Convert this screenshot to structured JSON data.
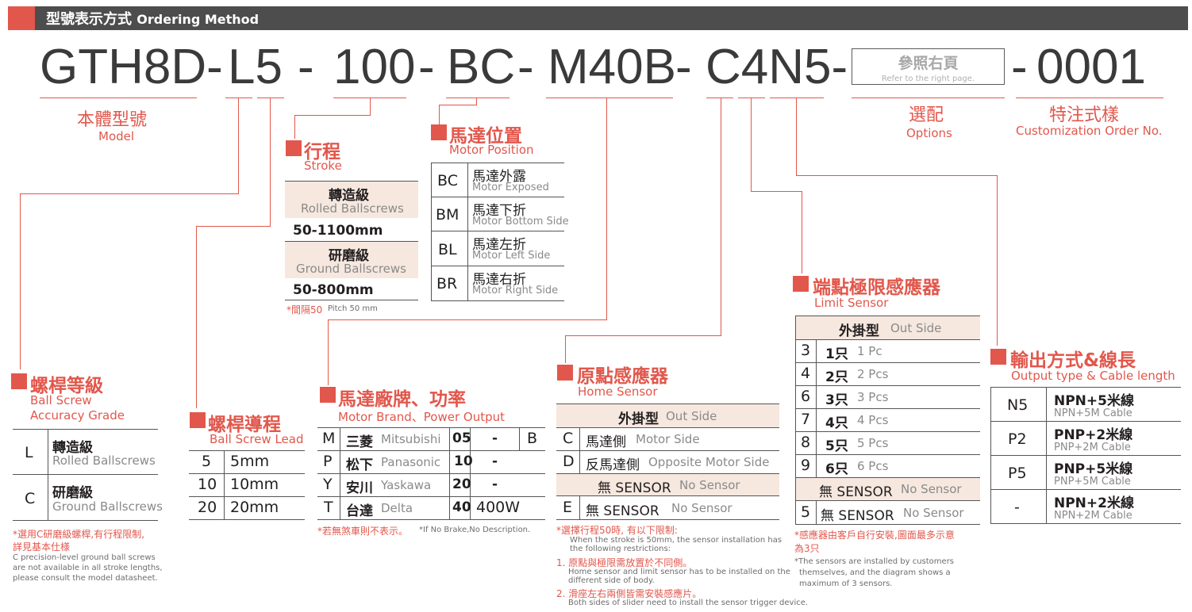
{
  "header": {
    "title_cn": "型號表示方式",
    "title_en": "Ordering Method"
  },
  "code": {
    "model": "GTH8D-",
    "accuracy_lead": "L5",
    "dash1": "-",
    "stroke": "100",
    "dash2": "-",
    "motor_pos": "BC",
    "dash3": "-",
    "motor_brand": "M40B",
    "dash4": "-",
    "sensors": "C4N5-",
    "options_box_cn": "參照右頁",
    "options_box_en": "Refer to the right page.",
    "dash5": "-",
    "custom": "0001"
  },
  "labels": {
    "model_cn": "本體型號",
    "model_en": "Model",
    "options_cn": "選配",
    "options_en": "Options",
    "custom_cn": "特注式樣",
    "custom_en": "Customization Order No."
  },
  "accuracy": {
    "title_cn": "螺桿等級",
    "title_en1": "Ball Screw",
    "title_en2": "Accuracy Grade",
    "rows": [
      {
        "code": "L",
        "cn": "轉造級",
        "en": "Rolled Ballscrews"
      },
      {
        "code": "C",
        "cn": "研磨級",
        "en": "Ground Ballscrews"
      }
    ],
    "note_cn1": "*選用C研磨級螺桿,有行程限制,",
    "note_cn2": "詳見基本仕様",
    "note_en1": "C precision-level ground ball screws",
    "note_en2": "are not available in all stroke lengths,",
    "note_en3": "please consult the model datasheet."
  },
  "lead": {
    "title_cn": "螺桿導程",
    "title_en": "Ball Screw Lead",
    "rows": [
      {
        "code": "5",
        "value": "5mm"
      },
      {
        "code": "10",
        "value": "10mm"
      },
      {
        "code": "20",
        "value": "20mm"
      }
    ]
  },
  "stroke": {
    "title_cn": "行程",
    "title_en": "Stroke",
    "rolled_cn": "轉造級",
    "rolled_en": "Rolled Ballscrews",
    "rolled_range": "50-1100mm",
    "ground_cn": "研磨級",
    "ground_en": "Ground Ballscrews",
    "ground_range": "50-800mm",
    "note_cn": "*間隔50",
    "note_en": "Pitch 50 mm"
  },
  "motor_position": {
    "title_cn": "馬達位置",
    "title_en": "Motor Position",
    "rows": [
      {
        "code": "BC",
        "cn": "馬達外露",
        "en": "Motor Exposed"
      },
      {
        "code": "BM",
        "cn": "馬達下折",
        "en": "Motor Bottom Side"
      },
      {
        "code": "BL",
        "cn": "馬達左折",
        "en": "Motor Left Side"
      },
      {
        "code": "BR",
        "cn": "馬達右折",
        "en": "Motor Right Side"
      }
    ]
  },
  "motor_brand": {
    "title_cn": "馬達廠牌、功率",
    "title_en": "Motor Brand、Power Output",
    "rows": [
      {
        "code": "M",
        "cn": "三菱",
        "en": "Mitsubishi",
        "power": "05",
        "val": "-",
        "brake": "B"
      },
      {
        "code": "P",
        "cn": "松下",
        "en": "Panasonic",
        "power": "10",
        "val": "-"
      },
      {
        "code": "Y",
        "cn": "安川",
        "en": "Yaskawa",
        "power": "20",
        "val": "-"
      },
      {
        "code": "T",
        "cn": "台達",
        "en": "Delta",
        "power": "40",
        "val": "400W"
      }
    ],
    "note_cn": "*若無煞車則不表示。",
    "note_en": "*If No Brake,No Description."
  },
  "home_sensor": {
    "title_cn": "原點感應器",
    "title_en": "Home Sensor",
    "hdr_cn": "外掛型",
    "hdr_en": "Out Side",
    "rows": [
      {
        "code": "C",
        "cn": "馬達側",
        "en": "Motor Side"
      },
      {
        "code": "D",
        "cn": "反馬達側",
        "en": "Opposite Motor Side"
      }
    ],
    "none_cn": "無 SENSOR",
    "none_en": "No Sensor",
    "e_code": "E",
    "e_cn": "無  SENSOR",
    "e_en": "No Sensor",
    "note_cn0": "*選擇行程50時, 有以下限制:",
    "note_en0a": "When the stroke is 50mm, the sensor installation has",
    "note_en0b": "the following restrictions:",
    "note_cn1": "1. 原點與極限需放置於不同側。",
    "note_en1a": "Home sensor and limit sensor has to be installed on the",
    "note_en1b": "different side of body.",
    "note_cn2": "2. 滑座左右兩側皆需安裝感應片。",
    "note_en2": "Both sides of slider need to install the sensor trigger device."
  },
  "limit_sensor": {
    "title_cn": "端點極限感應器",
    "title_en": "Limit Sensor",
    "hdr_cn": "外掛型",
    "hdr_en": "Out Side",
    "rows": [
      {
        "code": "3",
        "cn": "1只",
        "en": "1 Pc"
      },
      {
        "code": "4",
        "cn": "2只",
        "en": "2 Pcs"
      },
      {
        "code": "6",
        "cn": "3只",
        "en": "3 Pcs"
      },
      {
        "code": "7",
        "cn": "4只",
        "en": "4 Pcs"
      },
      {
        "code": "8",
        "cn": "5只",
        "en": "5 Pcs"
      },
      {
        "code": "9",
        "cn": "6只",
        "en": "6 Pcs"
      }
    ],
    "none_cn": "無 SENSOR",
    "none_en": "No Sensor",
    "five_code": "5",
    "five_cn": "無 SENSOR",
    "five_en": "No Sensor",
    "note_cn1": "*感應器由客戶自行安裝,圖面最多示意",
    "note_cn2": "為3只",
    "note_en1": "*The sensors are installed by customers",
    "note_en2": "themselves, and the diagram shows a",
    "note_en3": "maximum of 3 sensors."
  },
  "output": {
    "title_cn": "輸出方式&線長",
    "title_en": "Output type & Cable length",
    "rows": [
      {
        "code": "N5",
        "cn": "NPN+5米線",
        "en": "NPN+5M Cable"
      },
      {
        "code": "P2",
        "cn": "PNP+2米線",
        "en": "PNP+2M Cable"
      },
      {
        "code": "P5",
        "cn": "PNP+5米線",
        "en": "PNP+5M Cable"
      },
      {
        "code": "-",
        "cn": "NPN+2米線",
        "en": "NPN+2M Cable"
      }
    ]
  },
  "colors": {
    "accent": "#e2574c",
    "header_bg": "#4d4d4d",
    "table_header": "#f6e8df"
  }
}
